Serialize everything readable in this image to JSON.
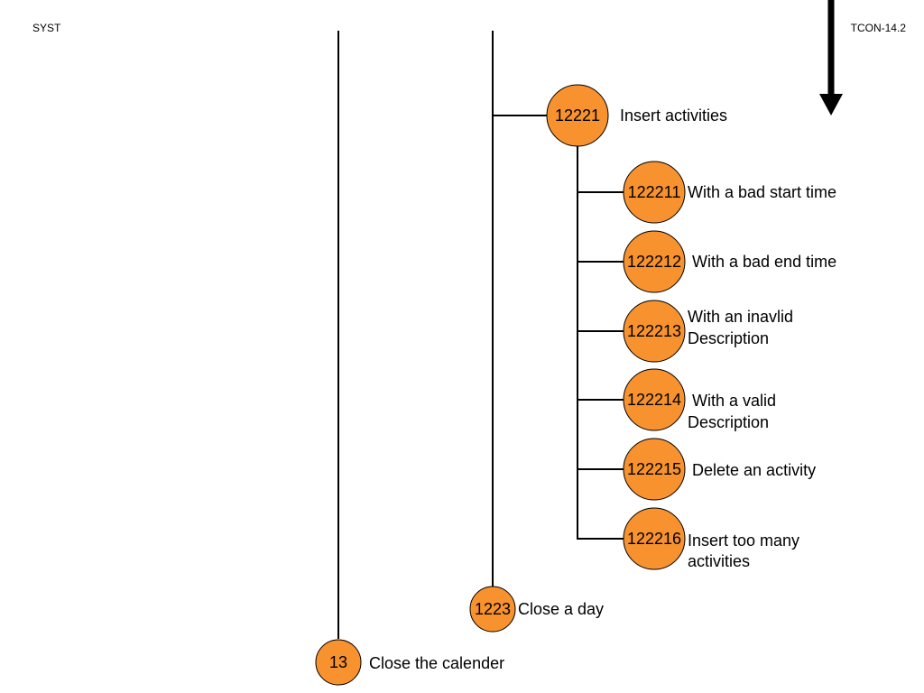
{
  "header": {
    "left_code": "SYST",
    "right_code": "TCON-14.2"
  },
  "nodes": [
    {
      "id": "12221",
      "label": [
        "Insert activities"
      ]
    },
    {
      "id": "122211",
      "label": [
        "With a bad start time"
      ]
    },
    {
      "id": "122212",
      "label": [
        "With a bad end time"
      ]
    },
    {
      "id": "122213",
      "label": [
        "With an inavlid",
        "Description"
      ]
    },
    {
      "id": "122214",
      "label": [
        "With a valid",
        "Description"
      ]
    },
    {
      "id": "122215",
      "label": [
        "Delete an activity"
      ]
    },
    {
      "id": "122216",
      "label": [
        "Insert too many",
        "activities"
      ]
    },
    {
      "id": "1223",
      "label": [
        "Close a day"
      ]
    },
    {
      "id": "13",
      "label": [
        "Close the calender"
      ]
    }
  ],
  "colors": {
    "node_fill": "#f7922f",
    "line": "#000000"
  },
  "icons": {
    "direction_arrow": "down-arrow-icon"
  }
}
